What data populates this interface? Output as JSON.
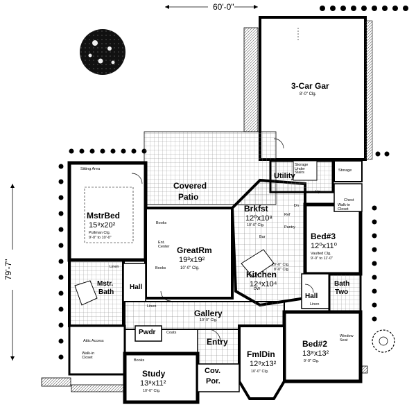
{
  "dimensions": {
    "width": "60'-0\"",
    "depth": "79'-7\""
  },
  "rooms": {
    "garage": {
      "name": "3-Car Gar",
      "ceiling": "8'-0\" Clg."
    },
    "storage_under_stairs": "Storage Under Stairs",
    "storage": "Storage",
    "covered_patio": {
      "line1": "Covered",
      "line2": "Patio"
    },
    "utility": "Utility",
    "master_bed": {
      "name": "MstrBed",
      "size": "15⁸x20²",
      "ceiling_1": "Pullman Clg.",
      "ceiling_2": "9'-0\" to 10'-0\"",
      "sitting": "Sitting Area"
    },
    "great_room": {
      "name": "GreatRm",
      "size": "19³x19²",
      "ceiling": "10'-0\" Clg."
    },
    "breakfast": {
      "name": "Brkfst",
      "size": "12⁰x10⁸",
      "ceiling": "10'-0\" Clg."
    },
    "bed3": {
      "name": "Bed#3",
      "size": "12⁰x11⁰",
      "ceiling_1": "Vaulted Clg.",
      "ceiling_2": "9'-0\" to 11'-0\""
    },
    "kitchen": {
      "name": "Kitchen",
      "size": "12⁴x10⁴",
      "ceiling": "10'-0\" Clg."
    },
    "master_bath": {
      "line1": "Mstr.",
      "line2": "Bath"
    },
    "hall_left": "Hall",
    "hall_right": "Hall",
    "bath2": {
      "line1": "Bath",
      "line2": "Two"
    },
    "gallery": {
      "name": "Gallery",
      "ceiling": "10'-0\" Clg."
    },
    "powder": "Pwdr",
    "entry": "Entry",
    "fml_din": {
      "name": "FmlDin",
      "size": "12⁸x13²",
      "ceiling": "10'-0\" Clg."
    },
    "bed2": {
      "name": "Bed#2",
      "size": "13⁸x13²",
      "ceiling": "9'-0\" Clg."
    },
    "study": {
      "name": "Study",
      "size": "13⁸x11²",
      "ceiling": "10'-0\" Clg."
    },
    "cov_porch": {
      "line1": "Cov.",
      "line2": "Por."
    }
  },
  "annotations": {
    "books_1": "Books",
    "books_2": "Books",
    "books_3": "Books",
    "ent_center": "Ent. Center",
    "bar": "Bar",
    "pantry": "Pantry",
    "linen_1": "Linen",
    "linen_2": "Linen",
    "linen_3": "Linen",
    "chest": "Chest",
    "walkin_closet_1": "Walk-in Closet",
    "walkin_closet_2": "Walk-in Closet",
    "attic_access": "Attic Access",
    "coats": "Coats",
    "window_seat": "Window Seat",
    "clg_kitchen": "8'-0\" Clg.",
    "ref": "Ref",
    "dw": "DW",
    "up": "Up",
    "dn": "Dn"
  },
  "colors": {
    "ink": "#000000",
    "background": "#ffffff",
    "hatch": "#555555"
  }
}
